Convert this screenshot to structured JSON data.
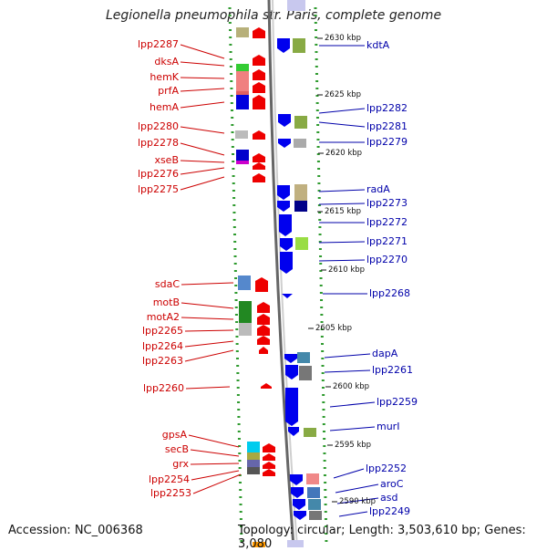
{
  "title": "Legionella pneumophila str. Paris, complete genome",
  "footer": {
    "accession": "Accession: NC_006368",
    "topology": "Topology: circular; Length: 3,503,610 bp; Genes: 3,080"
  },
  "colors": {
    "forward": "#ee0000",
    "reverse": "#0000ee",
    "left_label": "#cc0000",
    "right_label": "#0000aa",
    "backbone": "#888888",
    "ticks": "#2e9a2e"
  },
  "kbp_ticks": [
    "2630 kbp",
    "2625 kbp",
    "2620 kbp",
    "2615 kbp",
    "2610 kbp",
    "2605 kbp",
    "2600 kbp",
    "2595 kbp",
    "2590 kbp"
  ],
  "left_labels": [
    "lpp2287",
    "dksA",
    "hemK",
    "prfA",
    "hemA",
    "lpp2280",
    "lpp2278",
    "xseB",
    "lpp2276",
    "lpp2275",
    "sdaC",
    "motB",
    "motA2",
    "lpp2265",
    "lpp2264",
    "lpp2263",
    "lpp2260",
    "gpsA",
    "secB",
    "grx",
    "lpp2254",
    "lpp2253"
  ],
  "right_labels": [
    "kdtA",
    "lpp2282",
    "lpp2281",
    "lpp2279",
    "radA",
    "lpp2273",
    "lpp2272",
    "lpp2271",
    "lpp2270",
    "lpp2268",
    "dapA",
    "lpp2261",
    "lpp2259",
    "murI",
    "lpp2252",
    "aroC",
    "asd",
    "lpp2249"
  ]
}
